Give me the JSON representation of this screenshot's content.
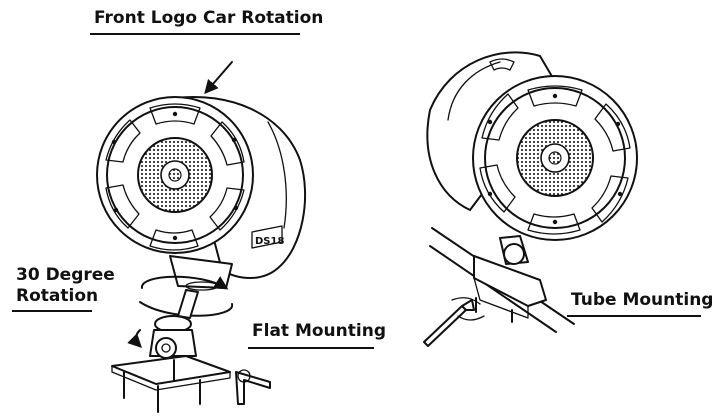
{
  "labels": {
    "front_logo": "Front Logo Car Rotation",
    "degree_line1": "30 Degree",
    "degree_line2": "Rotation",
    "flat_mounting": "Flat Mounting",
    "tube_mounting": "Tube Mounting"
  },
  "colors": {
    "ink": "#111111",
    "background": "#ffffff"
  }
}
